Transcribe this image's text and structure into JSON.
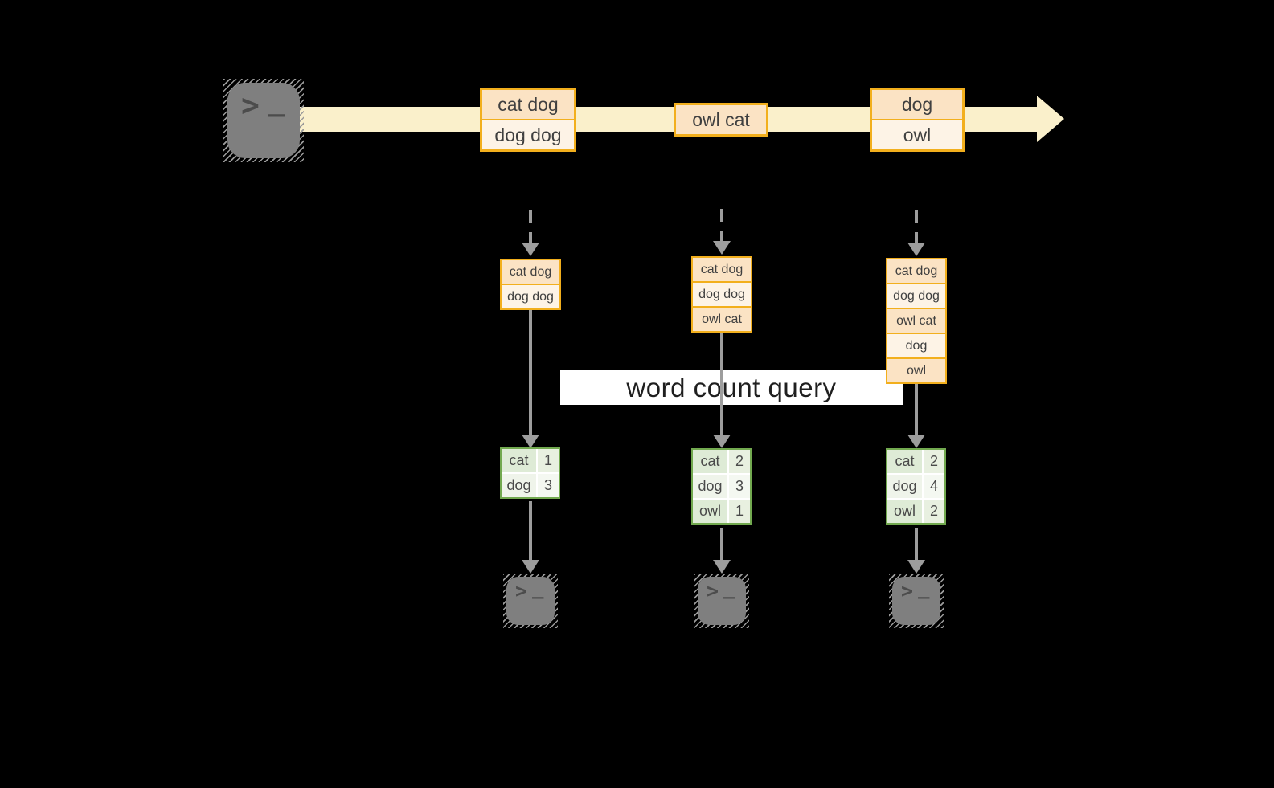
{
  "diagram": {
    "title_label": "word count query",
    "source": {
      "prompt_glyph": ">",
      "cursor_glyph": "_"
    },
    "stream": {
      "events": [
        {
          "rows": [
            "cat dog",
            "dog dog"
          ]
        },
        {
          "rows": [
            "owl cat"
          ]
        },
        {
          "rows": [
            "dog",
            "owl"
          ]
        }
      ]
    },
    "snapshots": [
      {
        "rows": [
          "cat dog",
          "dog dog"
        ]
      },
      {
        "rows": [
          "cat dog",
          "dog dog",
          "owl cat"
        ]
      },
      {
        "rows": [
          "cat dog",
          "dog dog",
          "owl cat",
          "dog",
          "owl"
        ]
      }
    ],
    "counts": [
      {
        "rows": [
          {
            "word": "cat",
            "count": "1"
          },
          {
            "word": "dog",
            "count": "3"
          }
        ]
      },
      {
        "rows": [
          {
            "word": "cat",
            "count": "2"
          },
          {
            "word": "dog",
            "count": "3"
          },
          {
            "word": "owl",
            "count": "1"
          }
        ]
      },
      {
        "rows": [
          {
            "word": "cat",
            "count": "2"
          },
          {
            "word": "dog",
            "count": "4"
          },
          {
            "word": "owl",
            "count": "2"
          }
        ]
      }
    ],
    "colors": {
      "accent_gold": "#F2AF1D",
      "row_peach_dark": "#FBE3C4",
      "row_peach_light": "#FDF3E6",
      "stream_shaft_cream": "#FAF0CB",
      "table_green_border": "#72A94F",
      "cell_green_dark": "#DEEBD6",
      "cell_green_light": "#EFF4EA",
      "arrow_gray": "#9D9D9D",
      "terminal_gray": "#7F7F7F",
      "query_bar_bg": "#FFFFFF",
      "text_dark": "#404040",
      "background": "#000000"
    }
  }
}
